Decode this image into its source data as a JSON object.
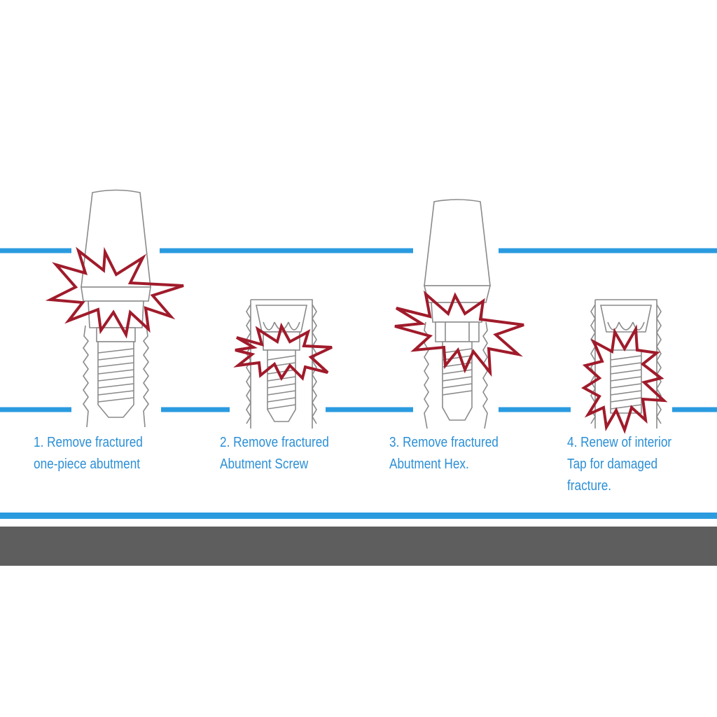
{
  "colors": {
    "accent_blue": "#2b9be0",
    "caption_blue": "#2b8fd6",
    "fracture_red": "#a01b2b",
    "outline_grey": "#8a8a8a",
    "footer_grey": "#5e5e5e"
  },
  "steps": [
    {
      "label_lines": [
        "1.  Remove fractured",
        "one-piece abutment"
      ],
      "icon": "one-piece-abutment-icon"
    },
    {
      "label_lines": [
        "2. Remove fractured",
        "Abutment Screw"
      ],
      "icon": "abutment-screw-icon"
    },
    {
      "label_lines": [
        "3. Remove fractured",
        "Abutment Hex."
      ],
      "icon": "abutment-hex-icon"
    },
    {
      "label_lines": [
        "4. Renew of interior",
        "Tap for damaged",
        "fracture."
      ],
      "icon": "interior-tap-icon"
    }
  ]
}
